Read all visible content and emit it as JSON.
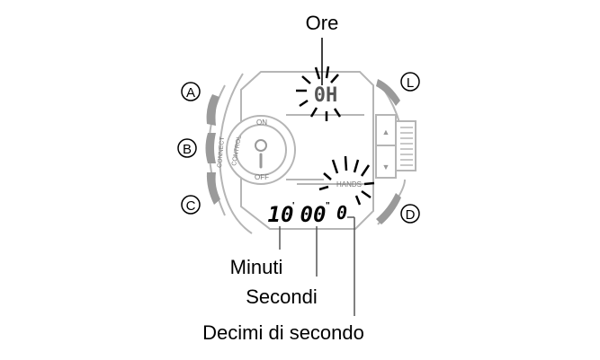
{
  "labels": {
    "hours": "Ore",
    "minutes": "Minuti",
    "seconds": "Secondi",
    "tenths": "Decimi di secondo"
  },
  "buttons": {
    "a": "A",
    "b": "B",
    "c": "C",
    "d": "D",
    "l": "L"
  },
  "display": {
    "top": "0H",
    "hands": "HANDS",
    "minutes": "10",
    "seconds": "00",
    "tenths": "0"
  },
  "dial": {
    "on": "ON",
    "off": "OFF",
    "control": "CONTROL",
    "connect": "CONNECT"
  },
  "arrows": {
    "up": "▲",
    "down": "▼"
  },
  "colors": {
    "outline": "#b5b5b5",
    "button_gray": "#9a9a9a",
    "text": "#000000"
  }
}
